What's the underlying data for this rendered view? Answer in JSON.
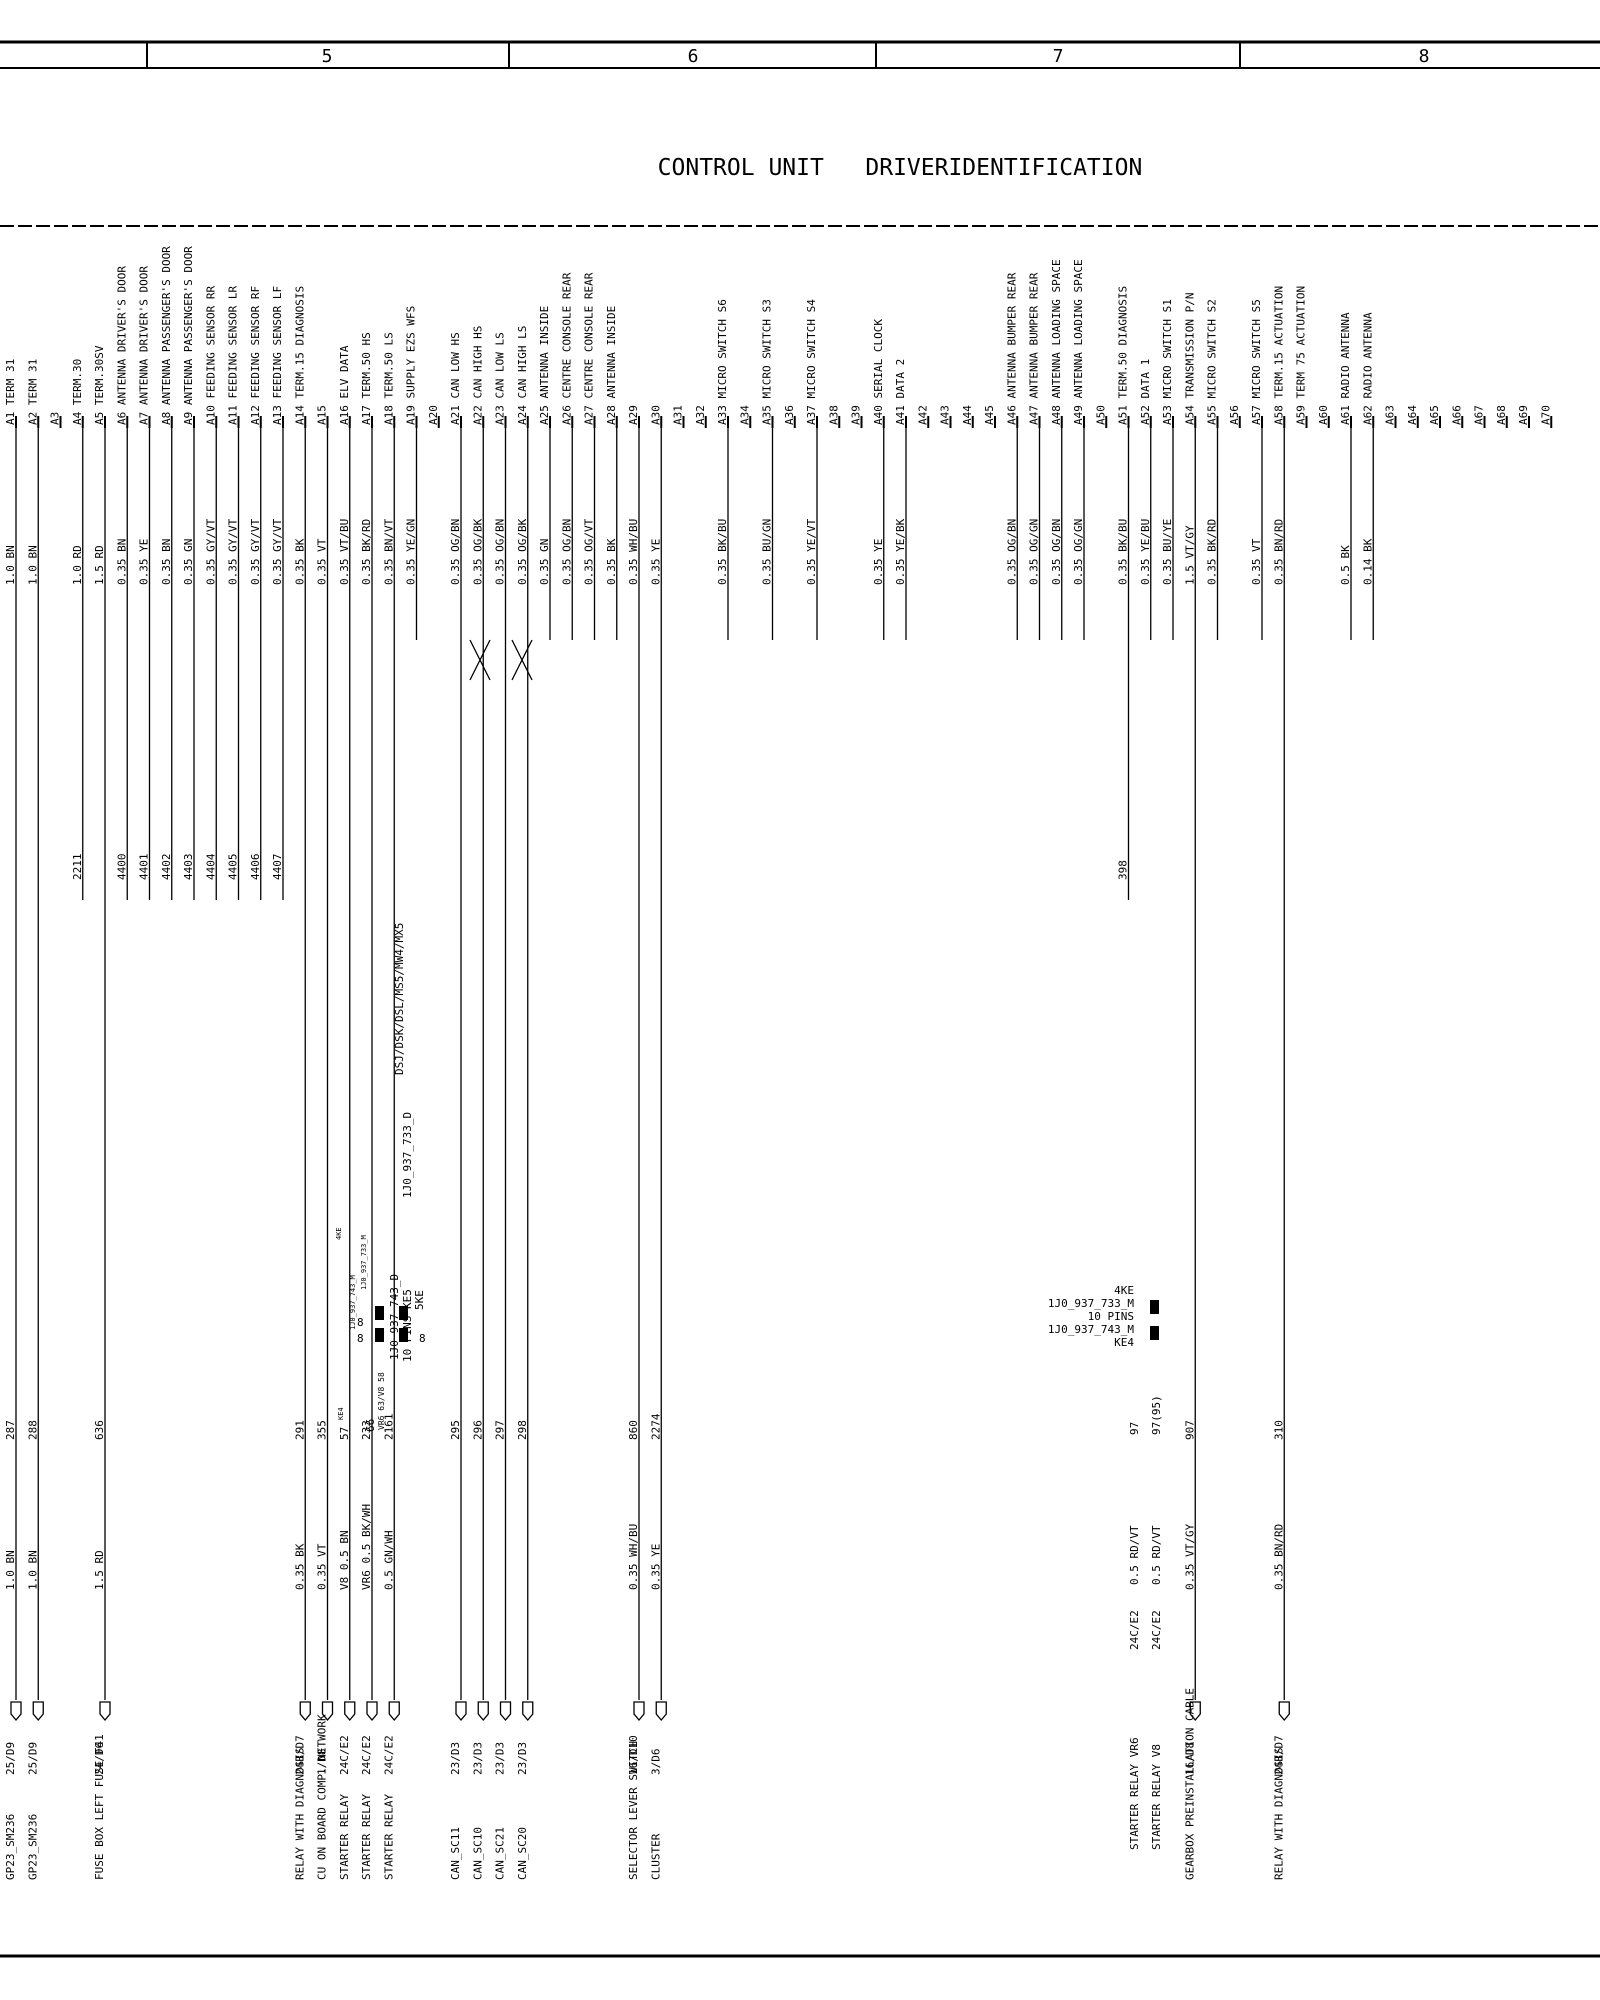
{
  "title": "CONTROL UNIT   DRIVERIDENTIFICATION",
  "columns": [
    "5",
    "6",
    "7",
    "8"
  ],
  "pins": [
    {
      "pin": "A1",
      "label": "TERM 31",
      "wire": "1.0 BN",
      "num": "287",
      "far": "1.0 BN",
      "dest": "25/D9",
      "comp": "GP23_SM236"
    },
    {
      "pin": "A2",
      "label": "TERM 31",
      "wire": "1.0 BN",
      "num": "288",
      "far": "1.0 BN",
      "dest": "25/D9",
      "comp": "GP23_SM236"
    },
    {
      "pin": "A3",
      "label": ""
    },
    {
      "pin": "A4",
      "label": "TERM.30",
      "wire": "1.0 RD",
      "num": "2211"
    },
    {
      "pin": "A5",
      "label": "TERM.30SV",
      "wire": "1.5 RD",
      "num": "636",
      "far": "1.5 RD",
      "dest": "24/D6",
      "comp": "FUSE BOX  LEFT  FUSE F41"
    },
    {
      "pin": "A6",
      "label": "ANTENNA DRIVER'S DOOR",
      "wire": "0.35 BN",
      "num": "4400"
    },
    {
      "pin": "A7",
      "label": "ANTENNA DRIVER'S DOOR",
      "wire": "0.35 YE",
      "num": "4401"
    },
    {
      "pin": "A8",
      "label": "ANTENNA PASSENGER'S DOOR",
      "wire": "0.35 BN",
      "num": "4402"
    },
    {
      "pin": "A9",
      "label": "ANTENNA PASSENGER'S DOOR",
      "wire": "0.35 GN",
      "num": "4403"
    },
    {
      "pin": "A10",
      "label": "FEEDING SENSOR  RR",
      "wire": "0.35 GY/VT",
      "num": "4404"
    },
    {
      "pin": "A11",
      "label": "FEEDING SENSOR  LR",
      "wire": "0.35 GY/VT",
      "num": "4405"
    },
    {
      "pin": "A12",
      "label": "FEEDING SENSOR  RF",
      "wire": "0.35 GY/VT",
      "num": "4406"
    },
    {
      "pin": "A13",
      "label": "FEEDING SENSOR  LF",
      "wire": "0.35 GY/VT",
      "num": "4407"
    },
    {
      "pin": "A14",
      "label": "TERM.15  DIAGNOSIS",
      "wire": "0.35 BK",
      "num": "291",
      "far": "0.35 BK",
      "dest": "24B/D7",
      "comp": "RELAY WITH DIAGNOSIS"
    },
    {
      "pin": "A15",
      "label": "",
      "wire": "0.35 VT",
      "num": "355",
      "far": "0.35 VT",
      "dest": "1/D8",
      "comp": "CU ON BOARD COMP. NETWORK"
    },
    {
      "pin": "A16",
      "label": "ELV DATA",
      "wire": "0.35 VT/BU",
      "num": "57",
      "far": "V8 0.5 BN",
      "dest": "24C/E2",
      "comp": "STARTER RELAY"
    },
    {
      "pin": "A17",
      "label": "TERM.50  HS",
      "wire": "0.35 BK/RD",
      "num": "233",
      "far": "VR6 0.5 BK/WH",
      "dest": "24C/E2",
      "comp": "STARTER RELAY"
    },
    {
      "pin": "A18",
      "label": "TERM.50  LS",
      "wire": "0.35 BN/VT",
      "num": "2161",
      "far": "0.5 GN/WH",
      "dest": "24C/E2",
      "comp": "STARTER RELAY"
    },
    {
      "pin": "A19",
      "label": "SUPPLY  EZS WFS",
      "wire": "0.35 YE/GN"
    },
    {
      "pin": "A20",
      "label": ""
    },
    {
      "pin": "A21",
      "label": "CAN LOW HS",
      "wire": "0.35 OG/BN",
      "num": "295",
      "dest": "23/D3",
      "comp": "CAN_SC11"
    },
    {
      "pin": "A22",
      "label": "CAN HIGH HS",
      "wire": "0.35 OG/BK",
      "num": "296",
      "dest": "23/D3",
      "comp": "CAN_SC10"
    },
    {
      "pin": "A23",
      "label": "CAN LOW LS",
      "wire": "0.35 OG/BN",
      "num": "297",
      "dest": "23/D3",
      "comp": "CAN_SC21"
    },
    {
      "pin": "A24",
      "label": "CAN HIGH LS",
      "wire": "0.35 OG/BK",
      "num": "298",
      "dest": "23/D3",
      "comp": "CAN_SC20"
    },
    {
      "pin": "A25",
      "label": "ANTENNA INSIDE",
      "wire": "0.35 GN"
    },
    {
      "pin": "A26",
      "label": "CENTRE CONSOLE  REAR",
      "wire": "0.35 OG/BN"
    },
    {
      "pin": "A27",
      "label": "CENTRE CONSOLE  REAR",
      "wire": "0.35 OG/VT"
    },
    {
      "pin": "A28",
      "label": "ANTENNA INSIDE",
      "wire": "0.35 BK"
    },
    {
      "pin": "A29",
      "label": "",
      "wire": "0.35 WH/BU",
      "num": "860",
      "far": "0.35 WH/BU",
      "dest": "16/D10",
      "comp": "SELECTOR LEVER SWITCH"
    },
    {
      "pin": "A30",
      "label": "",
      "wire": "0.35 YE",
      "num": "2274",
      "far": "0.35 YE",
      "dest": "3/D6",
      "comp": "CLUSTER"
    },
    {
      "pin": "A31",
      "label": ""
    },
    {
      "pin": "A32",
      "label": ""
    },
    {
      "pin": "A33",
      "label": "MICRO SWITCH  S6",
      "wire": "0.35 BK/BU"
    },
    {
      "pin": "A34",
      "label": ""
    },
    {
      "pin": "A35",
      "label": "MICRO SWITCH  S3",
      "wire": "0.35 BU/GN"
    },
    {
      "pin": "A36",
      "label": ""
    },
    {
      "pin": "A37",
      "label": "MICRO SWITCH  S4",
      "wire": "0.35 YE/VT"
    },
    {
      "pin": "A38",
      "label": ""
    },
    {
      "pin": "A39",
      "label": ""
    },
    {
      "pin": "A40",
      "label": "SERIAL CLOCK",
      "wire": "0.35 YE"
    },
    {
      "pin": "A41",
      "label": "DATA 2",
      "wire": "0.35 YE/BK"
    },
    {
      "pin": "A42",
      "label": ""
    },
    {
      "pin": "A43",
      "label": ""
    },
    {
      "pin": "A44",
      "label": ""
    },
    {
      "pin": "A45",
      "label": ""
    },
    {
      "pin": "A46",
      "label": "ANTENNA  BUMPER REAR",
      "wire": "0.35 OG/BN"
    },
    {
      "pin": "A47",
      "label": "ANTENNA  BUMPER REAR",
      "wire": "0.35 OG/GN"
    },
    {
      "pin": "A48",
      "label": "ANTENNA  LOADING SPACE",
      "wire": "0.35 OG/BN"
    },
    {
      "pin": "A49",
      "label": "ANTENNA  LOADING SPACE",
      "wire": "0.35 OG/GN"
    },
    {
      "pin": "A50",
      "label": ""
    },
    {
      "pin": "A51",
      "label": "TERM.50  DIAGNOSIS",
      "wire": "0.35 BK/BU",
      "num": "398"
    },
    {
      "pin": "A52",
      "label": "DATA 1",
      "wire": "0.35 YE/BU"
    },
    {
      "pin": "A53",
      "label": "MICRO SWITCH  S1",
      "wire": "0.35 BU/YE"
    },
    {
      "pin": "A54",
      "label": "TRANSMISSION P/N",
      "wire": "1.5 VT/GY",
      "num": "907",
      "far": "0.35 VT/GY",
      "dest": "16/D8",
      "comp": "GEARBOX PREINSTALLATION CABLE"
    },
    {
      "pin": "A55",
      "label": "MICRO SWITCH  S2",
      "wire": "0.35 BK/RD"
    },
    {
      "pin": "A56",
      "label": ""
    },
    {
      "pin": "A57",
      "label": "MICRO SWITCH  S5",
      "wire": "0.35 VT"
    },
    {
      "pin": "A58",
      "label": "TERM.15  ACTUATION",
      "wire": "0.35 BN/RD",
      "num": "310",
      "far": "0.35 BN/RD",
      "dest": "24B/D7",
      "comp": "RELAY WITH DIAGNOSIS"
    },
    {
      "pin": "A59",
      "label": "TERM 75  ACTUATION"
    },
    {
      "pin": "A60",
      "label": ""
    },
    {
      "pin": "A61",
      "label": "RADIO ANTENNA",
      "wire": "0.5 BK"
    },
    {
      "pin": "A62",
      "label": "RADIO ANTENNA",
      "wire": "0.14 BK"
    },
    {
      "pin": "A63",
      "label": ""
    },
    {
      "pin": "A64",
      "label": ""
    },
    {
      "pin": "A65",
      "label": ""
    },
    {
      "pin": "A66",
      "label": ""
    },
    {
      "pin": "A67",
      "label": ""
    },
    {
      "pin": "A68",
      "label": ""
    },
    {
      "pin": "A69",
      "label": ""
    },
    {
      "pin": "A70",
      "label": ""
    }
  ],
  "connectors": {
    "left_a": "1J0_937_743_M",
    "left_b": "1J0_937_733_M",
    "left_c": "1J0_937_733_D",
    "left_c2": "5KE",
    "left_d": "1J0_937_743_D",
    "left_d2": "10 PINS  KE5",
    "left_e": "KE4",
    "left_f": "4KE",
    "left_g": "VR6 63/V8 58",
    "right_a": "4KE",
    "right_b": "1J0_937_733_M",
    "right_c": "10 PINS",
    "right_d": "1J0_937_743_M",
    "right_e": "KE4",
    "ds_note": "DSJ/DSK/DSL/MS5/MW4/MX5",
    "r97": "97",
    "r97b": "97(95)",
    "r97w1": "0.5 RD/VT",
    "r97w2": "0.5 RD/VT",
    "r97d": "24C/E2",
    "r97c1": "STARTER RELAY  VR6",
    "r97c2": "STARTER RELAY  V8",
    "l66": "66",
    "l8a": "8",
    "l8b": "8",
    "l8c": "8"
  }
}
